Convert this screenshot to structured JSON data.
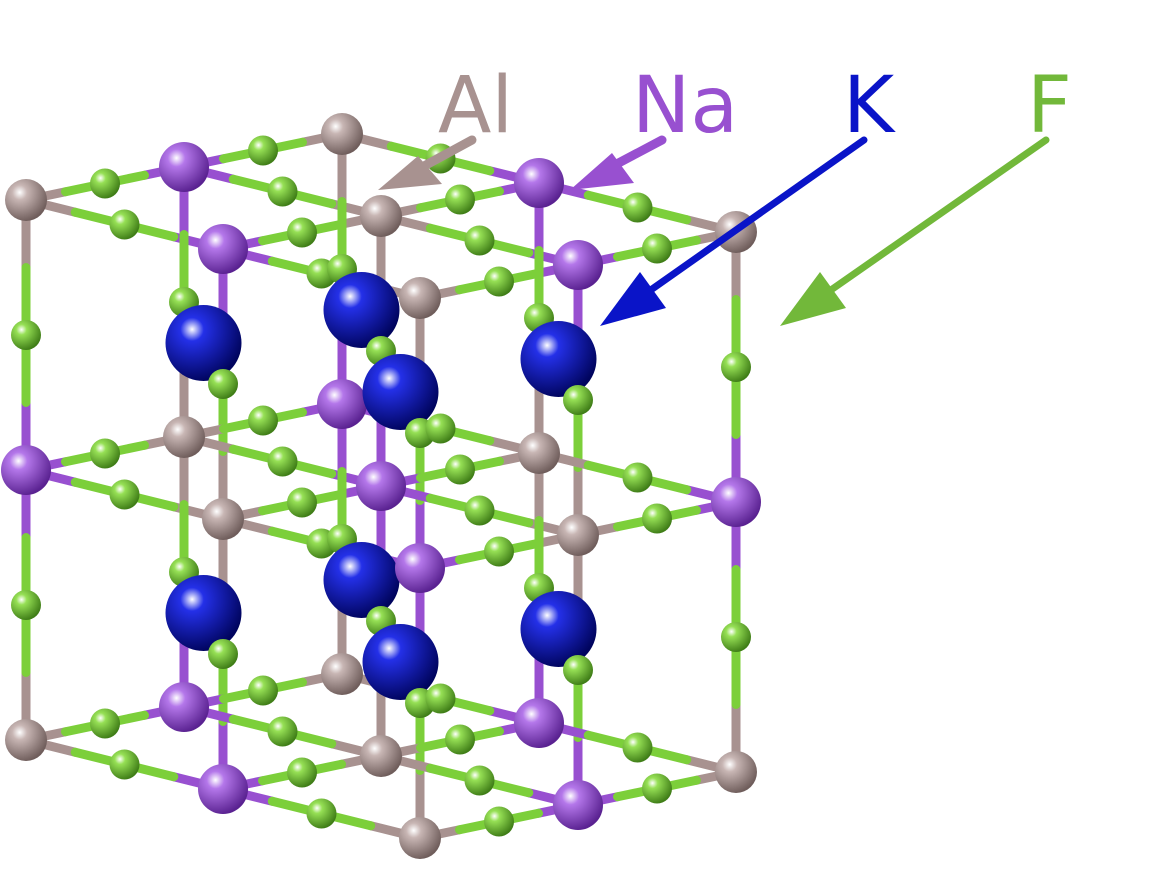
{
  "labels": [
    {
      "element": "Al",
      "text": "Al",
      "color": "#a89290"
    },
    {
      "element": "Na",
      "text": "Na",
      "color": "#9850d0"
    },
    {
      "element": "K",
      "text": "K",
      "color": "#0a14c8"
    },
    {
      "element": "F",
      "text": "F",
      "color": "#72b83a"
    }
  ],
  "colors": {
    "Al": "#a89290",
    "Na": "#9850d0",
    "K": "#0a14c8",
    "F": "#7ccf3a"
  }
}
